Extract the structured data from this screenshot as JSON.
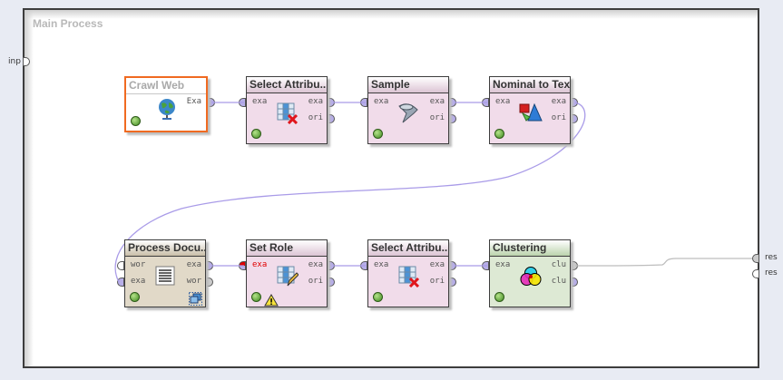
{
  "process": {
    "title": "Main Process"
  },
  "outer_ports": {
    "input": "inp",
    "results": [
      "res",
      "res"
    ]
  },
  "nodes": [
    {
      "id": "crawl-web",
      "title": "Crawl Web",
      "style": "white",
      "ports_in": [],
      "ports_out": [
        "Exa"
      ],
      "icon": "globe-icon"
    },
    {
      "id": "select-attributes-1",
      "title": "Select Attribu...",
      "style": "pink",
      "ports_in": [
        "exa"
      ],
      "ports_out": [
        "exa",
        "ori"
      ],
      "icon": "select-attributes-icon"
    },
    {
      "id": "sample",
      "title": "Sample",
      "style": "pink",
      "ports_in": [
        "exa"
      ],
      "ports_out": [
        "exa",
        "ori"
      ],
      "icon": "funnel-icon"
    },
    {
      "id": "nominal-to-text",
      "title": "Nominal to Text",
      "style": "pink",
      "ports_in": [
        "exa"
      ],
      "ports_out": [
        "exa",
        "ori"
      ],
      "icon": "type-conversion-icon"
    },
    {
      "id": "process-documents",
      "title": "Process Docu...",
      "style": "tan",
      "ports_in": [
        "wor",
        "exa"
      ],
      "ports_out": [
        "exa",
        "wor"
      ],
      "icon": "document-icon"
    },
    {
      "id": "set-role",
      "title": "Set Role",
      "style": "pink",
      "ports_in": [
        "exa"
      ],
      "ports_out": [
        "exa",
        "ori"
      ],
      "icon": "set-role-icon",
      "warning": true
    },
    {
      "id": "select-attributes-2",
      "title": "Select Attribu...",
      "style": "pink",
      "ports_in": [
        "exa"
      ],
      "ports_out": [
        "exa",
        "ori"
      ],
      "icon": "select-attributes-icon"
    },
    {
      "id": "clustering",
      "title": "Clustering",
      "style": "green",
      "ports_in": [
        "exa"
      ],
      "ports_out": [
        "clu",
        "clu"
      ],
      "icon": "clustering-icon"
    }
  ],
  "colors": {
    "wire": "#a99be8",
    "selected_border": "#f06a21",
    "operator_pink": "#f1dcea",
    "operator_tan": "#e1d9c8",
    "operator_green": "#dde9d4"
  }
}
